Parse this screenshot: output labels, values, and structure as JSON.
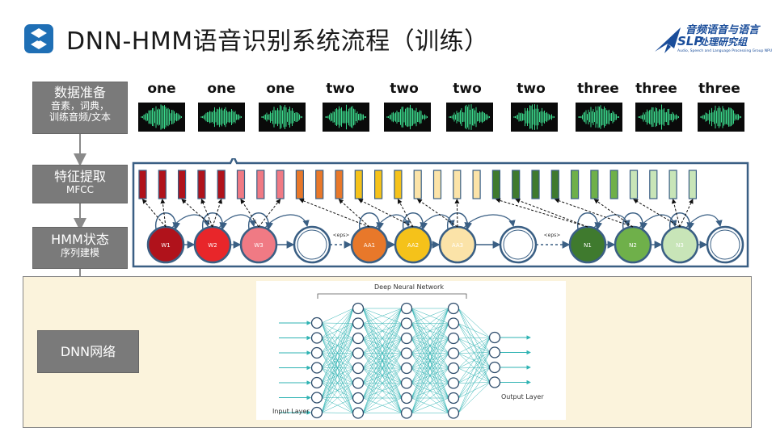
{
  "title": "DNN-HMM语音识别系统流程（训练）",
  "logo_left": {
    "icon": "s-logo-icon",
    "color": "#1f6fb5"
  },
  "logo_right": {
    "cn": "音频语音与语言",
    "slp": "SLP",
    "sub": "处理研究组",
    "tiny": "Audio, Speech and Language Processing Group  NPU"
  },
  "sidebar": {
    "data_prep": {
      "main": "数据准备",
      "sub1": "音素，词典，",
      "sub2": "训练音频/文本"
    },
    "feature": {
      "main": "特征提取",
      "sub": "MFCC"
    },
    "hmm": {
      "main": "HMM状态",
      "sub": "序列建模"
    },
    "dnn": {
      "main": "DNN网络"
    }
  },
  "words": [
    "one",
    "one",
    "one",
    "two",
    "two",
    "two",
    "two",
    "three",
    "three",
    "three"
  ],
  "hmm_states": [
    {
      "label": "W1",
      "color": "#b0121b"
    },
    {
      "label": "W2",
      "color": "#e8262a"
    },
    {
      "label": "W3",
      "color": "#f07a84"
    },
    {
      "label": "",
      "color": "#ffffff"
    },
    {
      "label": "AA1",
      "color": "#e8782a"
    },
    {
      "label": "AA2",
      "color": "#f5c21a"
    },
    {
      "label": "AA3",
      "color": "#fbe3a8"
    },
    {
      "label": "",
      "color": "#ffffff"
    },
    {
      "label": "N1",
      "color": "#3f7a2e"
    },
    {
      "label": "N2",
      "color": "#6fb04a"
    },
    {
      "label": "N3",
      "color": "#c8e5b8"
    },
    {
      "label": "",
      "color": "#ffffff"
    }
  ],
  "eps_label": "<eps>",
  "feature_colors": [
    "#b0121b",
    "#b0121b",
    "#b0121b",
    "#b0121b",
    "#b0121b",
    "#f07a84",
    "#f07a84",
    "#f07a84",
    "#e8782a",
    "#e8782a",
    "#e8782a",
    "#f5c21a",
    "#f5c21a",
    "#f5c21a",
    "#fbe3a8",
    "#fbe3a8",
    "#fbe3a8",
    "#fbe3a8",
    "#3f7a2e",
    "#3f7a2e",
    "#3f7a2e",
    "#3f7a2e",
    "#6fb04a",
    "#6fb04a",
    "#6fb04a",
    "#c8e5b8",
    "#c8e5b8",
    "#c8e5b8",
    "#c8e5b8"
  ],
  "nn": {
    "title": "Deep Neural Network",
    "input_label": "Input Layer",
    "output_label": "Output Layer"
  },
  "colors": {
    "panel_border": "#3a5f84",
    "link_color": "#2fb3b3",
    "sidebar_bg": "#7a7a7a",
    "dnn_bg": "#fbf3dc"
  }
}
